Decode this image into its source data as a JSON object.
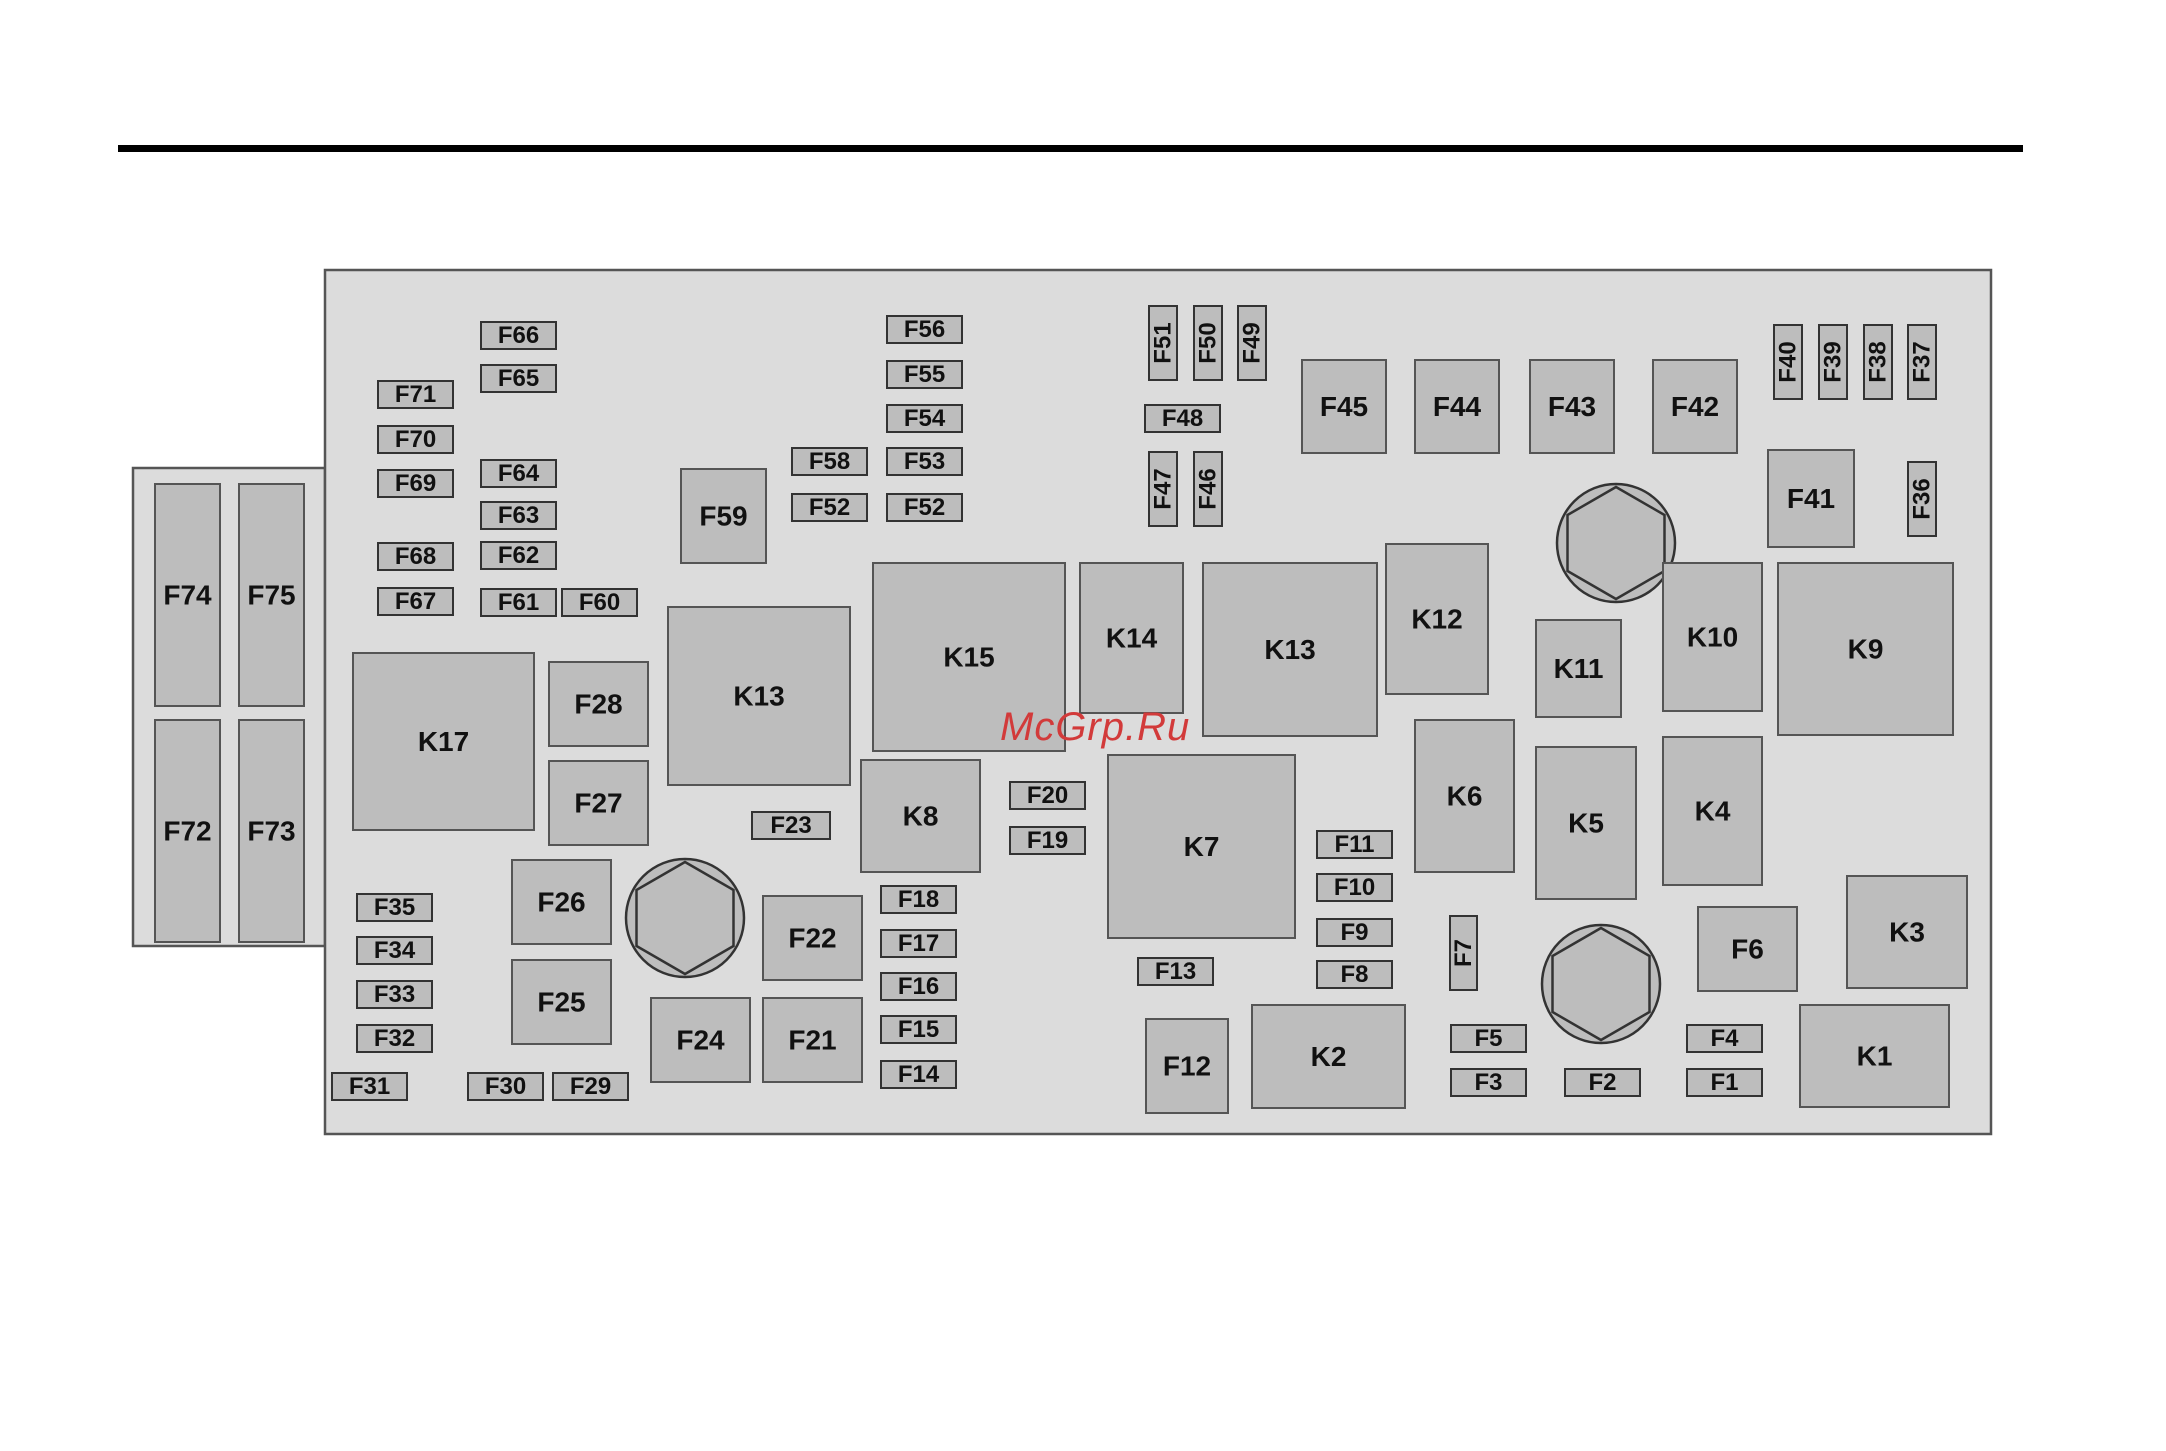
{
  "watermark": "McGrp.Ru",
  "colors": {
    "panel": "#dcdcdc",
    "component": "#bdbdbd",
    "outline": "#333333",
    "watermark": "#d23a3a"
  },
  "components": [
    {
      "id": "F66",
      "orient": "h"
    },
    {
      "id": "F65",
      "orient": "h"
    },
    {
      "id": "F71",
      "orient": "h"
    },
    {
      "id": "F70",
      "orient": "h"
    },
    {
      "id": "F69",
      "orient": "h"
    },
    {
      "id": "F64",
      "orient": "h"
    },
    {
      "id": "F63",
      "orient": "h"
    },
    {
      "id": "F68",
      "orient": "h"
    },
    {
      "id": "F62",
      "orient": "h"
    },
    {
      "id": "F67",
      "orient": "h"
    },
    {
      "id": "F61",
      "orient": "h"
    },
    {
      "id": "F60",
      "orient": "h"
    },
    {
      "id": "F56",
      "orient": "h"
    },
    {
      "id": "F55",
      "orient": "h"
    },
    {
      "id": "F54",
      "orient": "h"
    },
    {
      "id": "F58",
      "orient": "h"
    },
    {
      "id": "F53",
      "orient": "h"
    },
    {
      "id": "F52",
      "orient": "h"
    },
    {
      "id": "F52",
      "orient": "h"
    },
    {
      "id": "F59",
      "orient": "h"
    },
    {
      "id": "F51",
      "orient": "v"
    },
    {
      "id": "F50",
      "orient": "v"
    },
    {
      "id": "F49",
      "orient": "v"
    },
    {
      "id": "F48",
      "orient": "h"
    },
    {
      "id": "F47",
      "orient": "v"
    },
    {
      "id": "F46",
      "orient": "v"
    },
    {
      "id": "F45",
      "orient": "h"
    },
    {
      "id": "F44",
      "orient": "h"
    },
    {
      "id": "F43",
      "orient": "h"
    },
    {
      "id": "F42",
      "orient": "h"
    },
    {
      "id": "F40",
      "orient": "v"
    },
    {
      "id": "F39",
      "orient": "v"
    },
    {
      "id": "F38",
      "orient": "v"
    },
    {
      "id": "F37",
      "orient": "v"
    },
    {
      "id": "F41",
      "orient": "h"
    },
    {
      "id": "F36",
      "orient": "v"
    },
    {
      "id": "F74",
      "orient": "h"
    },
    {
      "id": "F75",
      "orient": "h"
    },
    {
      "id": "F72",
      "orient": "h"
    },
    {
      "id": "F73",
      "orient": "h"
    },
    {
      "id": "K17",
      "orient": "h"
    },
    {
      "id": "F28",
      "orient": "h"
    },
    {
      "id": "F27",
      "orient": "h"
    },
    {
      "id": "K13",
      "orient": "h"
    },
    {
      "id": "K15",
      "orient": "h"
    },
    {
      "id": "K14",
      "orient": "h"
    },
    {
      "id": "K13",
      "orient": "h"
    },
    {
      "id": "K12",
      "orient": "h"
    },
    {
      "id": "K11",
      "orient": "h"
    },
    {
      "id": "K10",
      "orient": "h"
    },
    {
      "id": "K9",
      "orient": "h"
    },
    {
      "id": "F23",
      "orient": "h"
    },
    {
      "id": "K8",
      "orient": "h"
    },
    {
      "id": "F20",
      "orient": "h"
    },
    {
      "id": "F19",
      "orient": "h"
    },
    {
      "id": "K7",
      "orient": "h"
    },
    {
      "id": "F11",
      "orient": "h"
    },
    {
      "id": "F10",
      "orient": "h"
    },
    {
      "id": "F9",
      "orient": "h"
    },
    {
      "id": "F8",
      "orient": "h"
    },
    {
      "id": "K6",
      "orient": "h"
    },
    {
      "id": "K5",
      "orient": "h"
    },
    {
      "id": "K4",
      "orient": "h"
    },
    {
      "id": "K3",
      "orient": "h"
    },
    {
      "id": "F35",
      "orient": "h"
    },
    {
      "id": "F34",
      "orient": "h"
    },
    {
      "id": "F33",
      "orient": "h"
    },
    {
      "id": "F32",
      "orient": "h"
    },
    {
      "id": "F31",
      "orient": "h"
    },
    {
      "id": "F30",
      "orient": "h"
    },
    {
      "id": "F29",
      "orient": "h"
    },
    {
      "id": "F26",
      "orient": "h"
    },
    {
      "id": "F25",
      "orient": "h"
    },
    {
      "id": "F22",
      "orient": "h"
    },
    {
      "id": "F24",
      "orient": "h"
    },
    {
      "id": "F21",
      "orient": "h"
    },
    {
      "id": "F18",
      "orient": "h"
    },
    {
      "id": "F17",
      "orient": "h"
    },
    {
      "id": "F16",
      "orient": "h"
    },
    {
      "id": "F15",
      "orient": "h"
    },
    {
      "id": "F14",
      "orient": "h"
    },
    {
      "id": "F13",
      "orient": "h"
    },
    {
      "id": "F12",
      "orient": "h"
    },
    {
      "id": "K2",
      "orient": "h"
    },
    {
      "id": "F7",
      "orient": "v"
    },
    {
      "id": "F6",
      "orient": "h"
    },
    {
      "id": "F5",
      "orient": "h"
    },
    {
      "id": "F3",
      "orient": "h"
    },
    {
      "id": "F2",
      "orient": "h"
    },
    {
      "id": "F4",
      "orient": "h"
    },
    {
      "id": "F1",
      "orient": "h"
    },
    {
      "id": "K1",
      "orient": "h"
    }
  ]
}
